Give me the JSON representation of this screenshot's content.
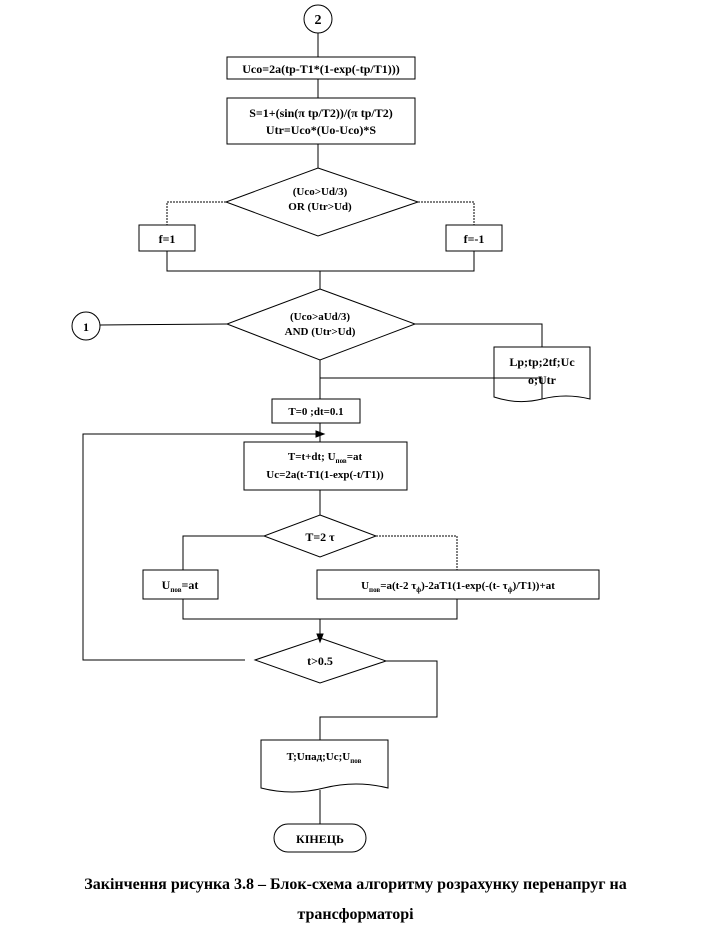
{
  "connectors": {
    "top": "2",
    "left": "1"
  },
  "blocks": {
    "uco_calc": "Uco=2a(tp-T1*(1-exp(-tp/T1)))",
    "s_calc_line1": "S=1+(sin(π tp/T2))/(π tp/T2)",
    "s_calc_line2": "Utr=Uco*(Uo-Uco)*S",
    "decision1_line1": "(Uco>Ud/3)",
    "decision1_line2": "OR  (Utr>Ud)",
    "f_pos": "f=1",
    "f_neg": "f=-1",
    "decision2_line1": "(Uco>aUd/3)",
    "decision2_line2": "AND (Utr>Ud)",
    "output1_line1": "Lp;tp;2tf;Uc",
    "output1_line2": "o;Utr",
    "init": "T=0  ;dt=0.1",
    "loop_calc_line1_a": "T=t+dt; U",
    "loop_calc_line1_sub": "пов",
    "loop_calc_line1_b": "=at",
    "loop_calc_line2": "Uc=2a(t-T1(1-exp(-t/T1))",
    "decision3": "T=2 τ",
    "upov_left_a": "U",
    "upov_left_sub": "пов",
    "upov_left_b": "=at",
    "upov_right_a": "U",
    "upov_right_sub1": "пов",
    "upov_right_b": "=a(t-2 τ",
    "upov_right_sub2": "ф",
    "upov_right_c": ")-2aT1(1-exp(-(t- τ",
    "upov_right_sub3": "ф",
    "upov_right_d": ")/T1))+at",
    "decision4": "t>0.5",
    "output2_a": "T;Uпад;Uc;U",
    "output2_sub": "пов",
    "end": "КІНЕЦЬ"
  },
  "caption": {
    "line1": "Закінчення рисунка 3.8 – Блок-схема алгоритму розрахунку перенапруг на",
    "line2": "трансформаторі"
  }
}
